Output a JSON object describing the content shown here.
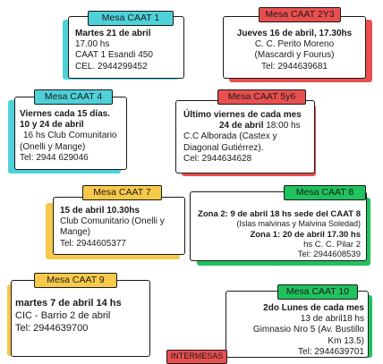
{
  "cards": {
    "caat1": {
      "title": "Mesa CAAT 1",
      "line1": "Martes 21 de abril",
      "line2": "17.00 hs",
      "line3": "CAAT 1 Esandi 450",
      "line4": "CEL. 2944299452",
      "color": "#4fd1d9"
    },
    "caat2y3": {
      "title": "Mesa CAAT 2Y3",
      "line1": "Jueves 16 de abril, 17.30hs",
      "line2": "C. C. Perito Moreno",
      "line3": "(Mascardi y Fourus)",
      "line4": "Tel: 2944639681",
      "color": "#ea4f4f"
    },
    "caat4": {
      "title": "Mesa CAAT 4",
      "line1": "Viernes cada 15 días.",
      "line2": "10 y 24 de abril",
      "line3": "16 hs Club Comunitario",
      "line4": "(Onelli y Mange)",
      "line5": "Tel: 2944 629046",
      "color": "#4fd1d9"
    },
    "caat5y6": {
      "title": "Mesa CAAT 5y6",
      "line1": "Último viernes de cada mes",
      "line2a": "24 de abril",
      "line2b": " 18:00 hs",
      "line3": "C.C Alborada (Castex y",
      "line4": "Diagonal Gutiérrez).",
      "line5": "Cel: 2944634628",
      "color": "#ea4f4f"
    },
    "caat7": {
      "title": "Mesa CAAT 7",
      "line1": "15 de abril 10.30hs",
      "line2": "Club Comunitario (Onelli y",
      "line3": "Mange)",
      "line4": "Tel: 2944605377",
      "color": "#f7c94a"
    },
    "caat8": {
      "title": "Mesa CAAT 8",
      "line1": "Zona 2: 9 de abril 18 hs sede del CAAT 8",
      "line2": "(Islas malvinas y Malvina Soledad)",
      "line3": "Zona 1:  20 de abril 17.30 hs",
      "line4": "hs C. C. Pilar 2",
      "line5": "Tel: 2944608539",
      "color": "#1fc25e"
    },
    "caat9": {
      "title": "Mesa CAAT 9",
      "line1": "martes 7 de abril 14 hs",
      "line2": "CIC - Barrio 2 de abril",
      "line3": "Tel: 2944639700",
      "color": "#f7c94a"
    },
    "caat10": {
      "title": "Mesa CAAT 10",
      "line1": "2do Lunes de cada mes",
      "line2": "13 de abril18 hs",
      "line3": "Gimnasio Nro 5 (Av. Bustillo",
      "line4": "Km 13.5)",
      "line5": "Tel: 2944639701",
      "color": "#1fc25e"
    }
  },
  "bottom_tab": "INTERMESAS"
}
